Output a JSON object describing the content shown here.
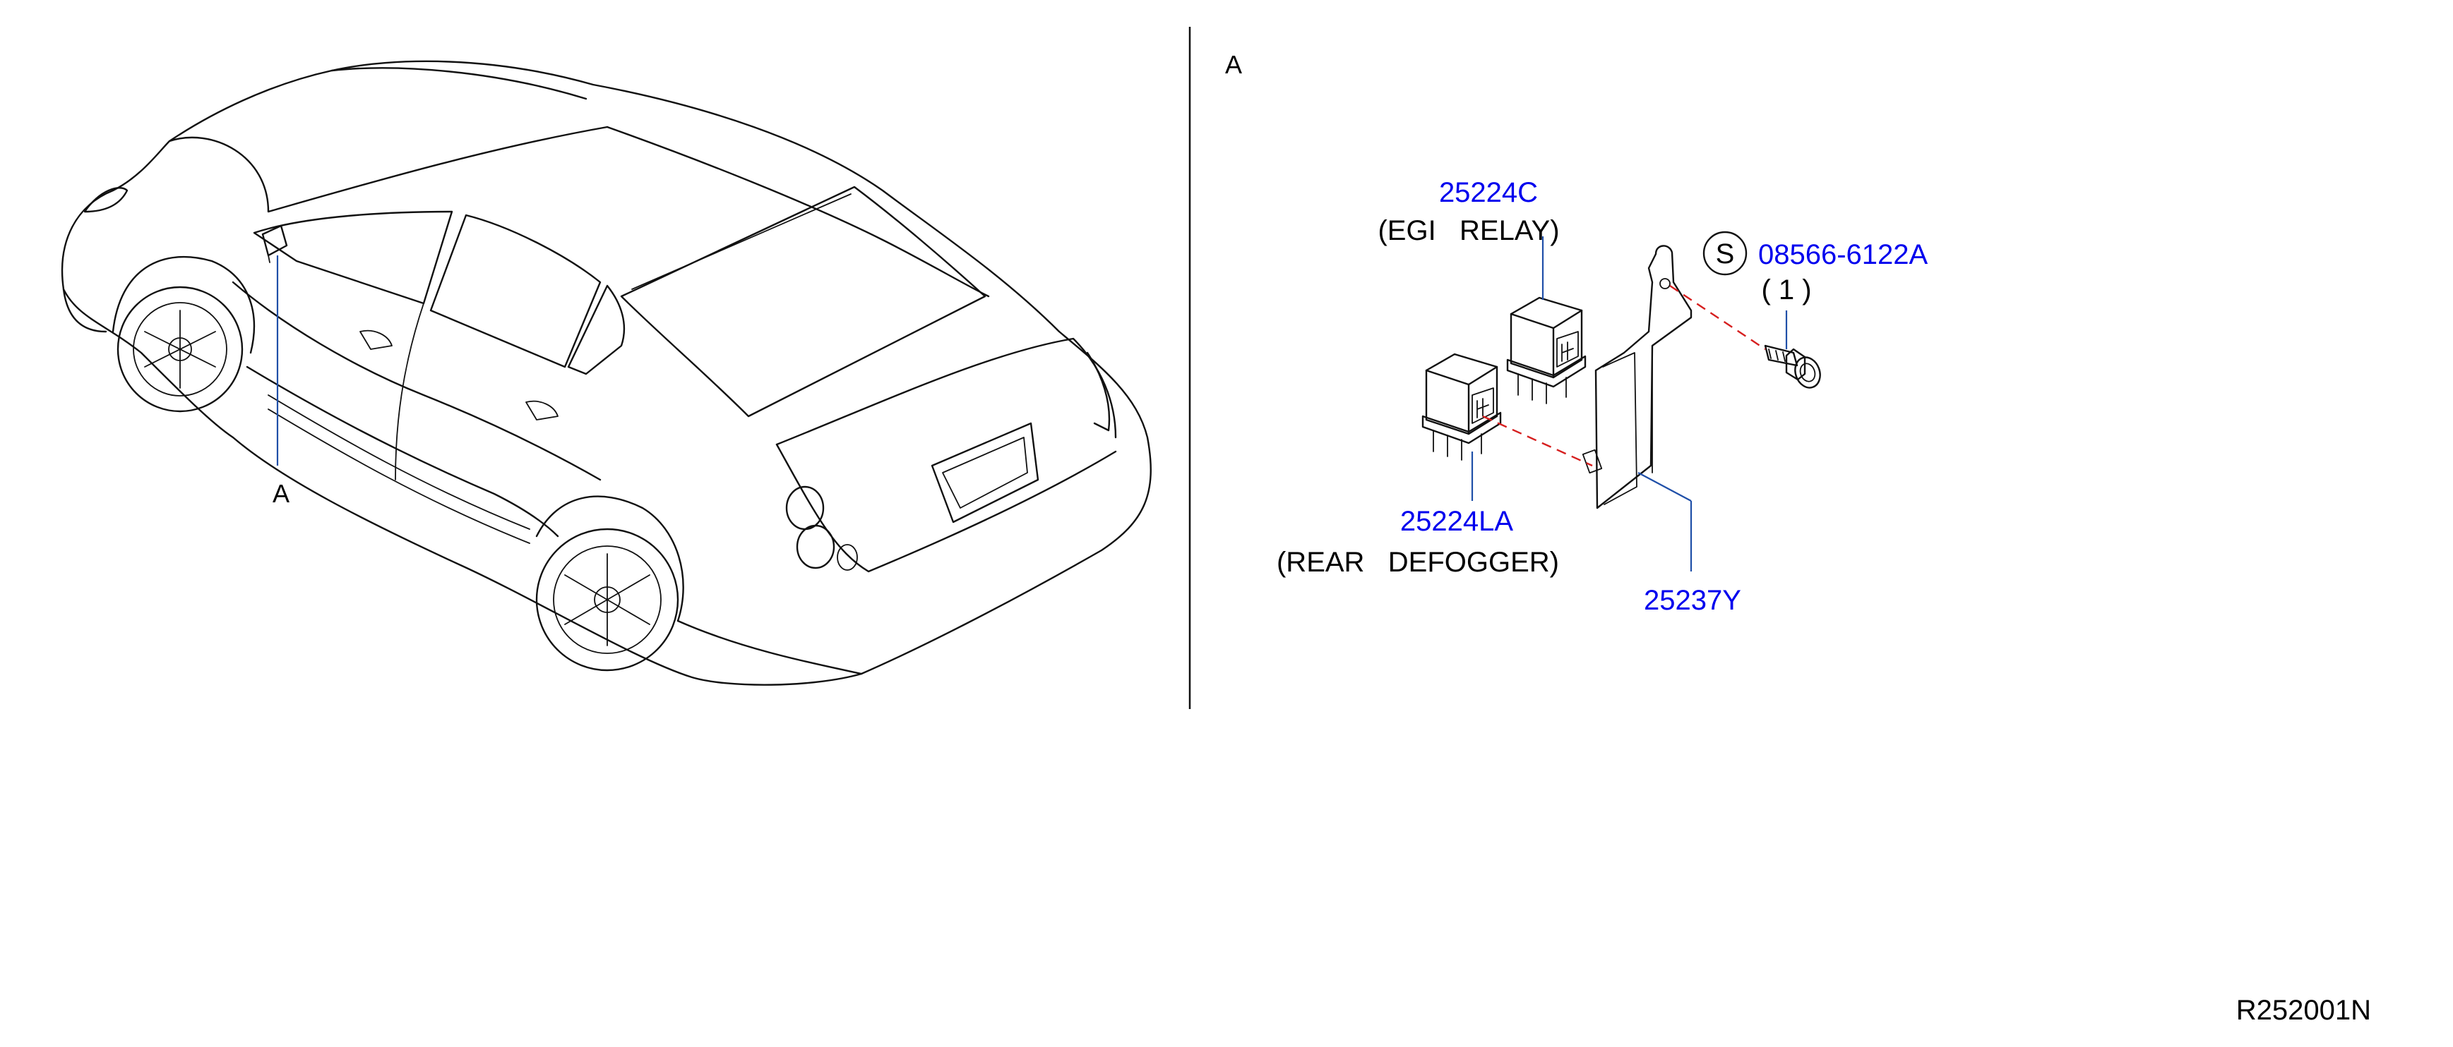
{
  "view_label_car": "A",
  "view_label_detail": "A",
  "parts": {
    "relay_egi": {
      "number": "25224C",
      "caption": "(EGI   RELAY)"
    },
    "relay_rear": {
      "number": "25224LA",
      "caption": "(REAR   DEFOGGER)"
    },
    "bracket": {
      "number": "25237Y"
    },
    "bolt": {
      "number": "08566-6122A",
      "qty": "( 1 )",
      "symbol": "S"
    }
  },
  "drawing_id": "R252001N",
  "colors": {
    "part_number": "#0000ee",
    "leader": "#1f4fa8",
    "centerline": "#d61f1f",
    "linework": "#111111"
  }
}
